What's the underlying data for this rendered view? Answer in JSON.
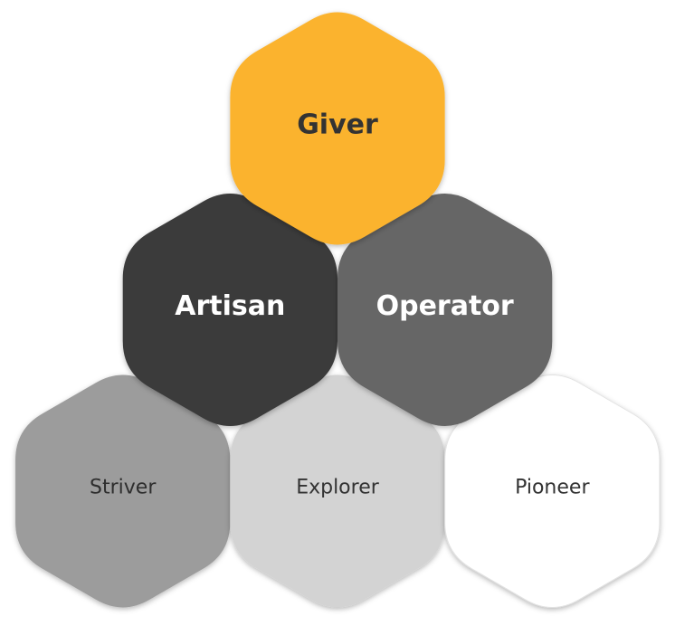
{
  "diagram": {
    "cells": [
      {
        "id": "giver",
        "label": "Giver",
        "fill": "#FBB32F",
        "text_color": "#333333",
        "weight": "bold",
        "row": 0,
        "col": 0
      },
      {
        "id": "artisan",
        "label": "Artisan",
        "fill": "#3A3A3A",
        "text_color": "#FFFFFF",
        "weight": "bold",
        "row": 1,
        "col": 0
      },
      {
        "id": "operator",
        "label": "Operator",
        "fill": "#666666",
        "text_color": "#FFFFFF",
        "weight": "bold",
        "row": 1,
        "col": 1
      },
      {
        "id": "striver",
        "label": "Striver",
        "fill": "#9C9C9C",
        "text_color": "#2E2E2E",
        "weight": "normal",
        "row": 2,
        "col": 0
      },
      {
        "id": "explorer",
        "label": "Explorer",
        "fill": "#D3D3D3",
        "text_color": "#333333",
        "weight": "normal",
        "row": 2,
        "col": 1
      },
      {
        "id": "pioneer",
        "label": "Pioneer",
        "fill": "#FFFFFF",
        "text_color": "#333333",
        "weight": "normal",
        "row": 2,
        "col": 2
      }
    ]
  }
}
